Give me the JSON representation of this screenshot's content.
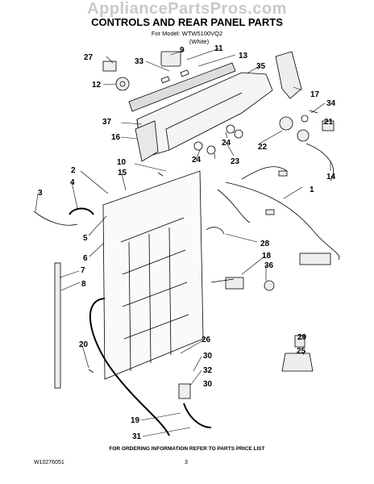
{
  "watermark": "AppliancePartsPros.com",
  "header": {
    "title": "CONTROLS AND REAR PANEL PARTS",
    "model_line": "For Model: WTW5100VQ2",
    "color_line": "(White)"
  },
  "callouts": [
    "1",
    "2",
    "3",
    "4",
    "5",
    "6",
    "7",
    "8",
    "9",
    "10",
    "11",
    "12",
    "13",
    "14",
    "15",
    "16",
    "17",
    "18",
    "19",
    "20",
    "21",
    "22",
    "23",
    "24",
    "24",
    "25",
    "26",
    "27",
    "28",
    "29",
    "30",
    "30",
    "31",
    "32",
    "33",
    "34",
    "35",
    "36",
    "37"
  ],
  "footer": {
    "note": "FOR ORDERING INFORMATION REFER TO PARTS PRICE LIST",
    "code": "W10276051",
    "page": "3"
  }
}
